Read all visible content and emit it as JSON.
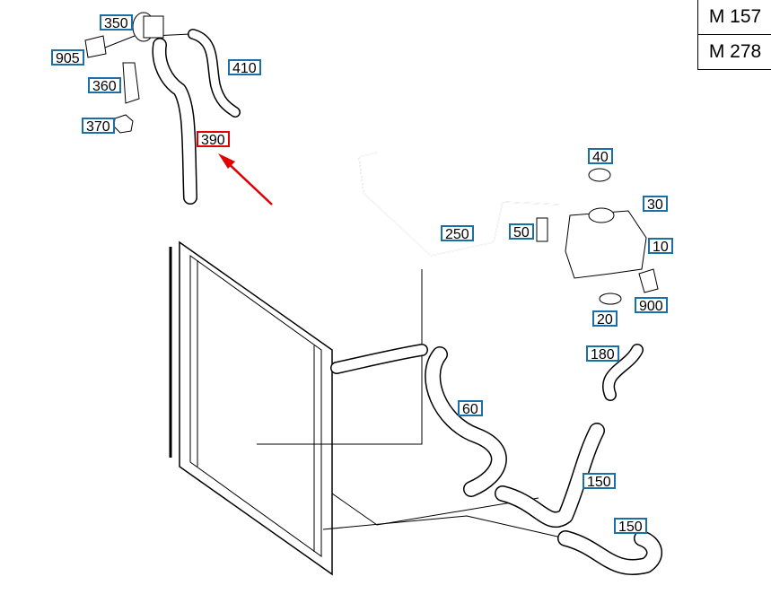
{
  "models": [
    "M 157",
    "M 278"
  ],
  "callouts": {
    "c350": "350",
    "c905": "905",
    "c360": "360",
    "c370": "370",
    "c410": "410",
    "c390": "390",
    "c40": "40",
    "c30": "30",
    "c50": "50",
    "c250": "250",
    "c10": "10",
    "c900": "900",
    "c20": "20",
    "c180": "180",
    "c60": "60",
    "c150a": "150",
    "c150b": "150"
  },
  "highlight_color": "#e00000",
  "callout_color": "#1a6fa8"
}
